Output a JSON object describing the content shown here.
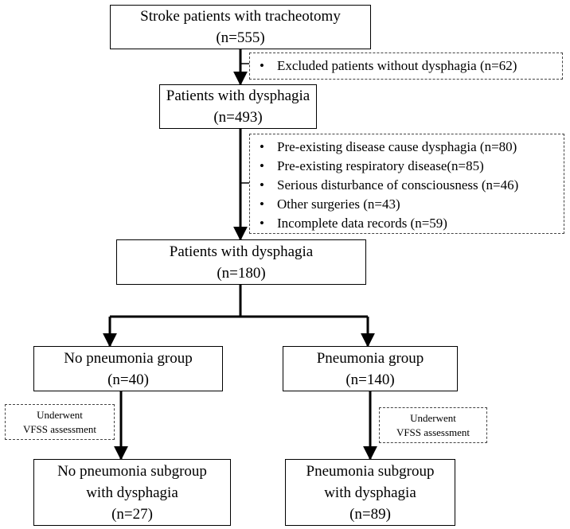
{
  "nodes": {
    "stroke": {
      "line1": "Stroke patients with tracheotomy",
      "line2": "(n=555)"
    },
    "dysphagia1": {
      "line1": "Patients with dysphagia",
      "line2": "(n=493)"
    },
    "dysphagia2": {
      "line1": "Patients with dysphagia",
      "line2": "(n=180)"
    },
    "no_pneumonia": {
      "line1": "No pneumonia group",
      "line2": "(n=40)"
    },
    "pneumonia": {
      "line1": "Pneumonia group",
      "line2": "(n=140)"
    },
    "no_pneumonia_sub": {
      "line1": "No pneumonia subgroup",
      "line2": "with dysphagia",
      "line3": "(n=27)"
    },
    "pneumonia_sub": {
      "line1": "Pneumonia subgroup",
      "line2": "with dysphagia",
      "line3": "(n=89)"
    }
  },
  "exclusions": {
    "first": [
      "Excluded  patients without dysphagia (n=62)"
    ],
    "second": [
      "Pre-existing disease cause dysphagia (n=80)",
      "Pre-existing respiratory disease(n=85)",
      "Serious disturbance of consciousness (n=46)",
      "Other surgeries (n=43)",
      "Incomplete data records (n=59)"
    ]
  },
  "vfss": {
    "left": {
      "line1": "Underwent",
      "line2": "VFSS assessment"
    },
    "right": {
      "line1": "Underwent",
      "line2": "VFSS assessment"
    }
  }
}
